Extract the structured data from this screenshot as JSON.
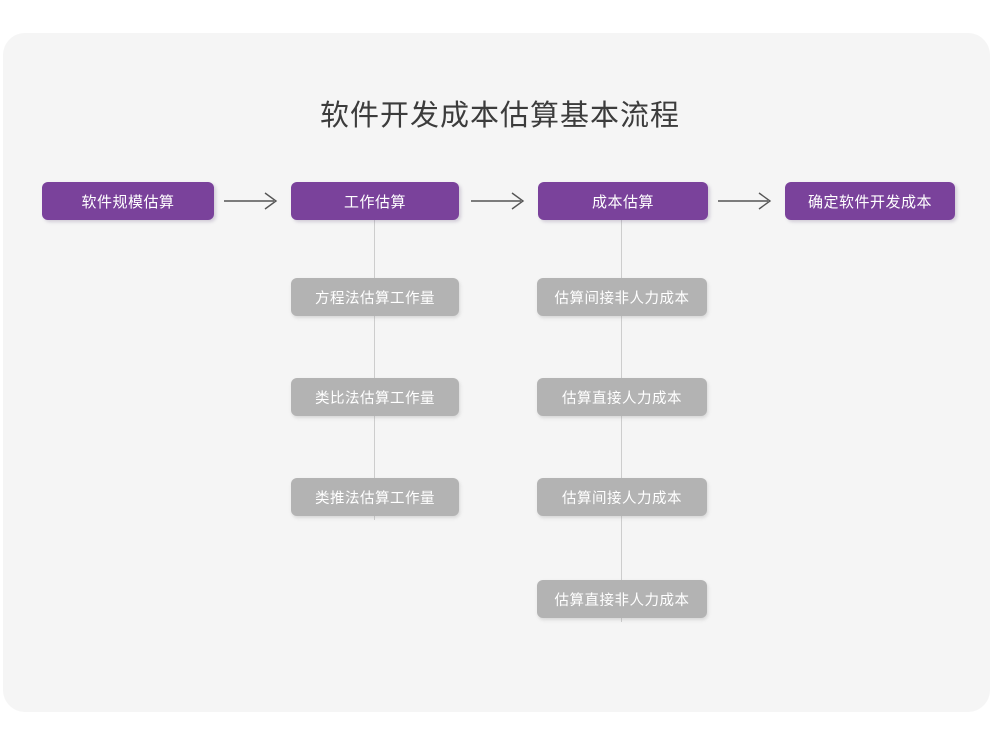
{
  "title": "软件开发成本估算基本流程",
  "colors": {
    "card_background": "#f5f5f5",
    "page_background": "#ffffff",
    "stage_fill": "#7a429b",
    "stage_text": "#ffffff",
    "sub_fill": "#b3b3b3",
    "sub_text": "#ffffff",
    "title_text": "#3c3c3c",
    "connector": "#cdcdcd",
    "arrow": "#555555"
  },
  "stages": [
    {
      "label": "软件规模估算"
    },
    {
      "label": "工作估算"
    },
    {
      "label": "成本估算"
    },
    {
      "label": "确定软件开发成本"
    }
  ],
  "arrows": [
    {
      "name": "arrow-stage0-to-stage1",
      "glyph": "right-arrow-icon"
    },
    {
      "name": "arrow-stage1-to-stage2",
      "glyph": "right-arrow-icon"
    },
    {
      "name": "arrow-stage2-to-stage3",
      "glyph": "right-arrow-icon"
    }
  ],
  "branches": {
    "work_estimation": {
      "parent": "工作估算",
      "items": [
        "方程法估算工作量",
        "类比法估算工作量",
        "类推法估算工作量"
      ]
    },
    "cost_estimation": {
      "parent": "成本估算",
      "items": [
        "估算间接非人力成本",
        "估算直接人力成本",
        "估算间接人力成本",
        "估算直接非人力成本"
      ]
    }
  }
}
